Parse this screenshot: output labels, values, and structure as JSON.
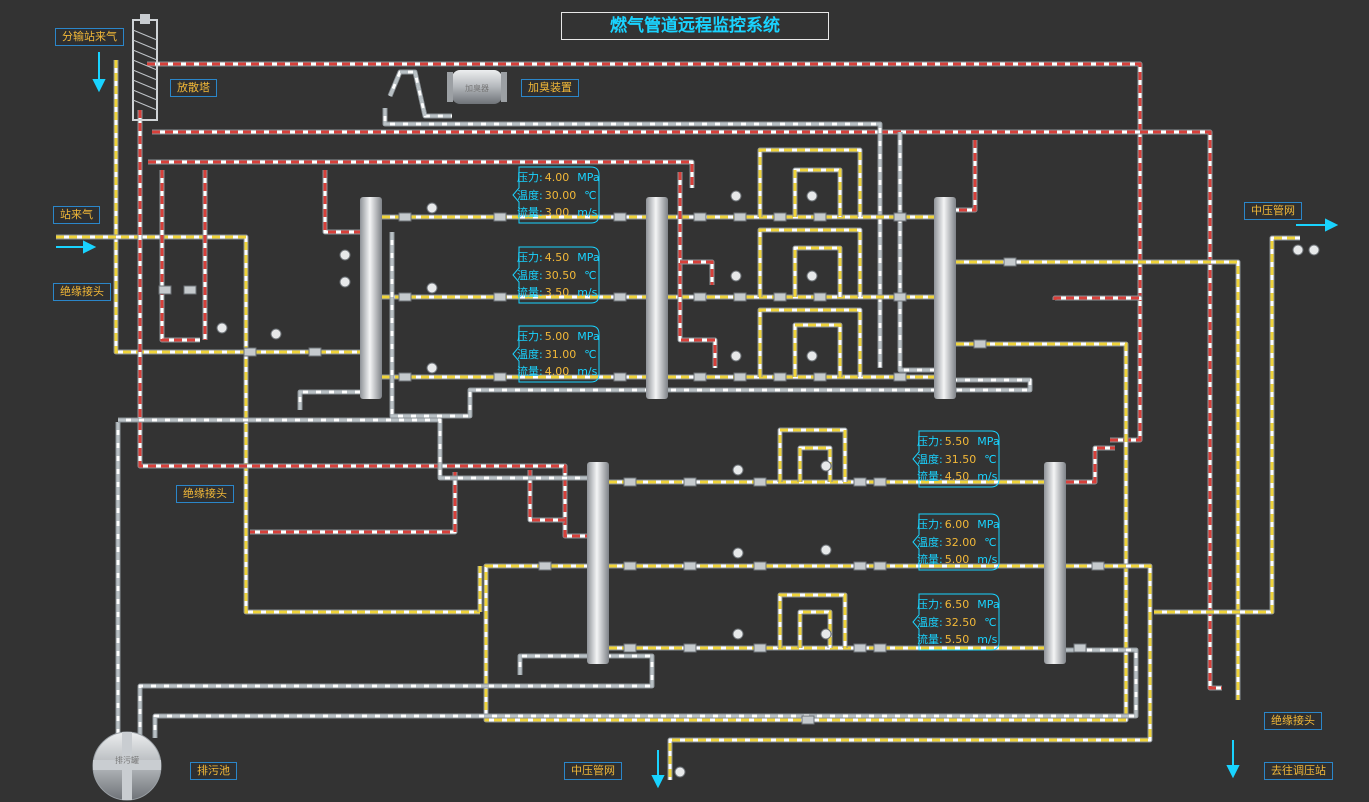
{
  "title": "燃气管道远程监控系统",
  "labels": {
    "from_station": "分输站来气",
    "vent_tower": "放散塔",
    "odorizer": "加臭装置",
    "station_gas": "站来气",
    "insulating_joint_1": "绝缘接头",
    "insulating_joint_2": "绝缘接头",
    "insulating_joint_3": "绝缘接头",
    "mp_network_right": "中压管网",
    "mp_network_bottom": "中压管网",
    "sewage_pool": "排污池",
    "to_regulator": "去往调压站"
  },
  "equipment_text": {
    "odorizer_tank": "加臭器",
    "sewage_tank": "排污罐"
  },
  "colors": {
    "background": "#333333",
    "title_text": "#19d3ff",
    "label_text": "#f2b838",
    "label_border": "#2b86c9",
    "pipe_yellow": "#f0d43a",
    "pipe_red": "#d8403a",
    "pipe_grey": "#b8c0c4",
    "flow_arrow": "#19d3ff"
  },
  "readouts": [
    {
      "pressure_label": "压力:",
      "pressure": "4.00",
      "pressure_unit": "MPa",
      "temp_label": "温度:",
      "temp": "30.00",
      "temp_unit": "℃",
      "flow_label": "流量:",
      "flow": "3.00",
      "flow_unit": "m/s"
    },
    {
      "pressure_label": "压力:",
      "pressure": "4.50",
      "pressure_unit": "MPa",
      "temp_label": "温度:",
      "temp": "30.50",
      "temp_unit": "℃",
      "flow_label": "流量:",
      "flow": "3.50",
      "flow_unit": "m/s"
    },
    {
      "pressure_label": "压力:",
      "pressure": "5.00",
      "pressure_unit": "MPa",
      "temp_label": "温度:",
      "temp": "31.00",
      "temp_unit": "℃",
      "flow_label": "流量:",
      "flow": "4.00",
      "flow_unit": "m/s"
    },
    {
      "pressure_label": "压力:",
      "pressure": "5.50",
      "pressure_unit": "MPa",
      "temp_label": "温度:",
      "temp": "31.50",
      "temp_unit": "℃",
      "flow_label": "流量:",
      "flow": "4.50",
      "flow_unit": "m/s"
    },
    {
      "pressure_label": "压力:",
      "pressure": "6.00",
      "pressure_unit": "MPa",
      "temp_label": "温度:",
      "temp": "32.00",
      "temp_unit": "℃",
      "flow_label": "流量:",
      "flow": "5.00",
      "flow_unit": "m/s"
    },
    {
      "pressure_label": "压力:",
      "pressure": "6.50",
      "pressure_unit": "MPa",
      "temp_label": "温度:",
      "temp": "32.50",
      "temp_unit": "℃",
      "flow_label": "流量:",
      "flow": "5.50",
      "flow_unit": "m/s"
    }
  ]
}
